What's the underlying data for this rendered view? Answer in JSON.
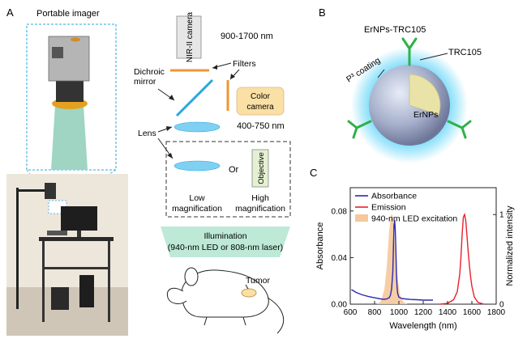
{
  "panels": {
    "A": {
      "letter": "A",
      "portable_imager_label": "Portable imager",
      "nir_camera_label": "NIR-II camera",
      "nir_range": "900-1700 nm",
      "filters_label": "Filters",
      "dichroic_label_line1": "Dichroic",
      "dichroic_label_line2": "mirror",
      "color_camera_line1": "Color",
      "color_camera_line2": "camera",
      "visible_range": "400-750 nm",
      "lens_label": "Lens",
      "or_label": "Or",
      "objective_label": "Objective",
      "low_mag_line1": "Low",
      "low_mag_line2": "magnification",
      "high_mag_line1": "High",
      "high_mag_line2": "magnification",
      "illumination_line1": "Illumination",
      "illumination_line2": "(940-nm LED or 808-nm laser)",
      "tumor_label": "Tumor"
    },
    "B": {
      "letter": "B",
      "title": "ErNPs-TRC105",
      "trc_label": "TRC105",
      "coating_label": "P³ coating",
      "core_label": "ErNPs"
    },
    "C": {
      "letter": "C",
      "legend": [
        "Absorbance",
        "Emission",
        "940-nm LED excitation"
      ]
    }
  },
  "colors": {
    "nir_camera_fill": "#e6e6e6",
    "color_camera_fill": "#fbe0a6",
    "filter_orange": "#f19533",
    "dichroic_blue": "#2aa7df",
    "lens_fill": "#7fd0f2",
    "illumination_fill": "#bde9d6",
    "antibody_green": "#2fb14a",
    "glow": "#4fd0f7",
    "absorbance": "#2b2bb0",
    "emission": "#e8202a",
    "led": "#f6c89b"
  },
  "chart_data": {
    "type": "line",
    "xlabel": "Wavelength (nm)",
    "ylabel": "Absorbance",
    "y2label": "Normalized intensity",
    "xlim": [
      600,
      1800
    ],
    "ylim": [
      0,
      0.1
    ],
    "y2lim": [
      0,
      1.3
    ],
    "xticks": [
      600,
      800,
      1000,
      1200,
      1400,
      1600,
      1800
    ],
    "yticks": [
      "0.00",
      "0.04",
      "0.08"
    ],
    "y2ticks": [
      "0",
      "1"
    ],
    "legend_position": "top-left",
    "series": [
      {
        "name": "Absorbance",
        "axis": "left",
        "x": [
          610,
          650,
          700,
          750,
          800,
          850,
          880,
          900,
          920,
          930,
          940,
          950,
          955,
          960,
          965,
          970,
          975,
          980,
          985,
          990,
          1000,
          1020,
          1050,
          1100,
          1150,
          1200,
          1250,
          1280
        ],
        "y": [
          0.0125,
          0.01,
          0.008,
          0.0065,
          0.0055,
          0.0045,
          0.0042,
          0.0045,
          0.0055,
          0.0075,
          0.013,
          0.028,
          0.05,
          0.068,
          0.072,
          0.064,
          0.046,
          0.026,
          0.014,
          0.009,
          0.006,
          0.005,
          0.0045,
          0.004,
          0.0038,
          0.0035,
          0.0035,
          0.0035
        ]
      },
      {
        "name": "Emission",
        "axis": "right",
        "x": [
          1340,
          1400,
          1450,
          1480,
          1500,
          1510,
          1520,
          1530,
          1540,
          1550,
          1560,
          1570,
          1580,
          1590,
          1600,
          1620,
          1650,
          1700
        ],
        "y": [
          0.0,
          0.01,
          0.05,
          0.14,
          0.33,
          0.52,
          0.78,
          0.97,
          1.0,
          0.93,
          0.76,
          0.58,
          0.43,
          0.3,
          0.2,
          0.08,
          0.02,
          0.0
        ]
      },
      {
        "name": "940-nm LED excitation",
        "axis": "right",
        "kind": "area",
        "x": [
          820,
          850,
          880,
          900,
          920,
          935,
          945,
          955,
          970,
          990,
          1010,
          1040,
          1070
        ],
        "y": [
          0.0,
          0.03,
          0.16,
          0.42,
          0.82,
          1.0,
          1.0,
          0.9,
          0.6,
          0.28,
          0.1,
          0.02,
          0.0
        ]
      }
    ]
  }
}
